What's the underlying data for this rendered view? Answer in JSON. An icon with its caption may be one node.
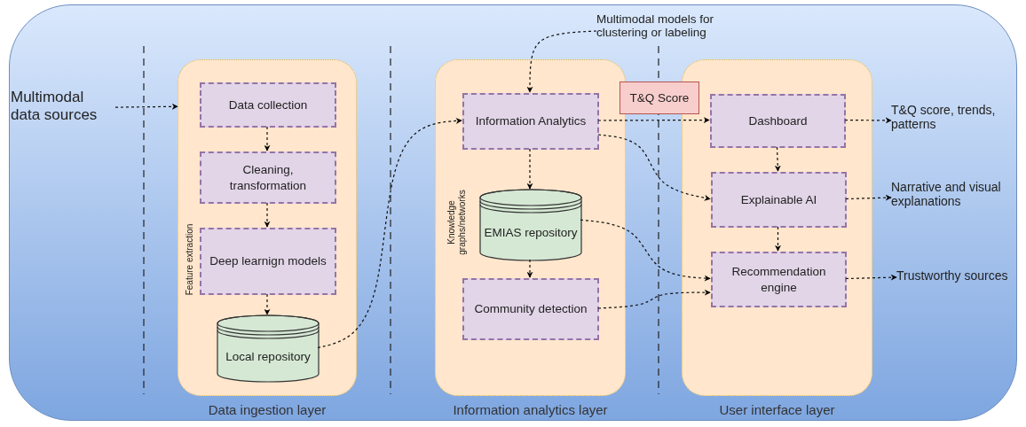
{
  "diagram": {
    "nodes": [
      {
        "text": [
          "Multimodal data sources"
        ]
      },
      {
        "text": [
          "Data ingestion layer",
          "Feature extraction"
        ]
      },
      {
        "text": [
          "Data collection"
        ],
        "in": 1
      },
      {
        "text": [
          "Cleaning, transformation"
        ],
        "in": 1
      },
      {
        "text": [
          "Deep learnign models"
        ],
        "in": 1
      },
      {
        "text": [
          "Local repository"
        ],
        "in": 1
      },
      {
        "text": [
          "Multimodal models for clustering or labeling"
        ]
      },
      {
        "text": [
          "Information analytics layer",
          "Knowledge graphs/networks"
        ]
      },
      {
        "text": [
          "Information Analytics"
        ],
        "in": 7
      },
      {
        "text": [
          "EMIAS repository"
        ],
        "in": 7
      },
      {
        "text": [
          "Community detection"
        ],
        "in": 7
      },
      {
        "text": [
          "T&Q Score"
        ]
      },
      {
        "text": [
          "User interface layer"
        ]
      },
      {
        "text": [
          "Dashboard"
        ],
        "in": 12
      },
      {
        "text": [
          "Explainable AI"
        ],
        "in": 12
      },
      {
        "text": [
          "Recommendation engine"
        ],
        "in": 12
      },
      {
        "text": [
          "T&Q score, trends, patterns"
        ]
      },
      {
        "text": [
          "Narrative and visual explanations"
        ]
      },
      {
        "text": [
          "Trustworthy sources"
        ]
      }
    ],
    "edges": [
      {
        "from": 0,
        "to": 1,
        "arrow": "to"
      },
      {
        "from": 2,
        "to": 3,
        "arrow": "to"
      },
      {
        "from": 3,
        "to": 4,
        "arrow": "to"
      },
      {
        "from": 4,
        "to": 5,
        "arrow": "to"
      },
      {
        "from": 5,
        "to": 8,
        "arrow": "to"
      },
      {
        "from": 6,
        "to": 8,
        "arrow": "to"
      },
      {
        "from": 8,
        "to": 13,
        "arrow": "to"
      },
      {
        "from": 8,
        "to": 14,
        "arrow": "to"
      },
      {
        "from": 8,
        "to": 9,
        "arrow": "to"
      },
      {
        "from": 9,
        "to": 10,
        "arrow": "to"
      },
      {
        "from": 9,
        "to": 15,
        "arrow": "to"
      },
      {
        "from": 10,
        "to": 15,
        "arrow": "to"
      },
      {
        "from": 13,
        "to": 14,
        "arrow": "to"
      },
      {
        "from": 14,
        "to": 15,
        "arrow": "to"
      },
      {
        "from": 13,
        "to": 16,
        "arrow": "to"
      },
      {
        "from": 14,
        "to": 17,
        "arrow": "to"
      },
      {
        "from": 15,
        "to": 18,
        "arrow": "to"
      }
    ]
  }
}
